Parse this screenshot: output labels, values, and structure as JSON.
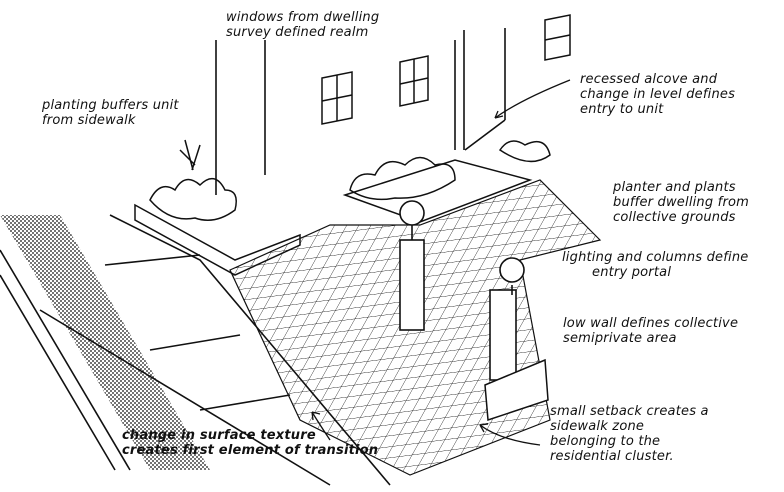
{
  "annotations": {
    "windows": [
      "windows from dwelling",
      "survey defined realm"
    ],
    "planting_sidewalk": [
      "planting buffers unit",
      "from sidewalk"
    ],
    "recessed_alcove": [
      "recessed alcove and",
      "change in level defines",
      "entry to unit"
    ],
    "planter": [
      "planter and plants",
      "buffer dwelling from",
      "collective grounds"
    ],
    "lighting": [
      "lighting and columns define",
      "entry portal"
    ],
    "low_wall": [
      "low wall defines collective",
      "semiprivate area"
    ],
    "setback": [
      "small setback creates a",
      "sidewalk zone",
      "belonging to the",
      "residential cluster."
    ],
    "surface": [
      "change in surface texture",
      "creates first element of transition"
    ]
  },
  "colors": {
    "ink": "#111111",
    "paper": "#ffffff"
  }
}
